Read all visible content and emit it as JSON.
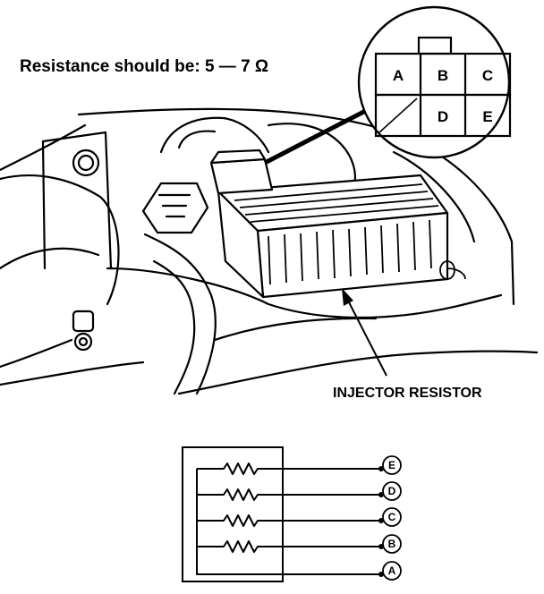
{
  "resistance_text": "Resistance should be: 5 — 7 Ω",
  "component_label": "INJECTOR RESISTOR",
  "connector_pins": [
    "A",
    "B",
    "C",
    "D",
    "E"
  ],
  "terminals": [
    "E",
    "D",
    "C",
    "B",
    "A"
  ]
}
